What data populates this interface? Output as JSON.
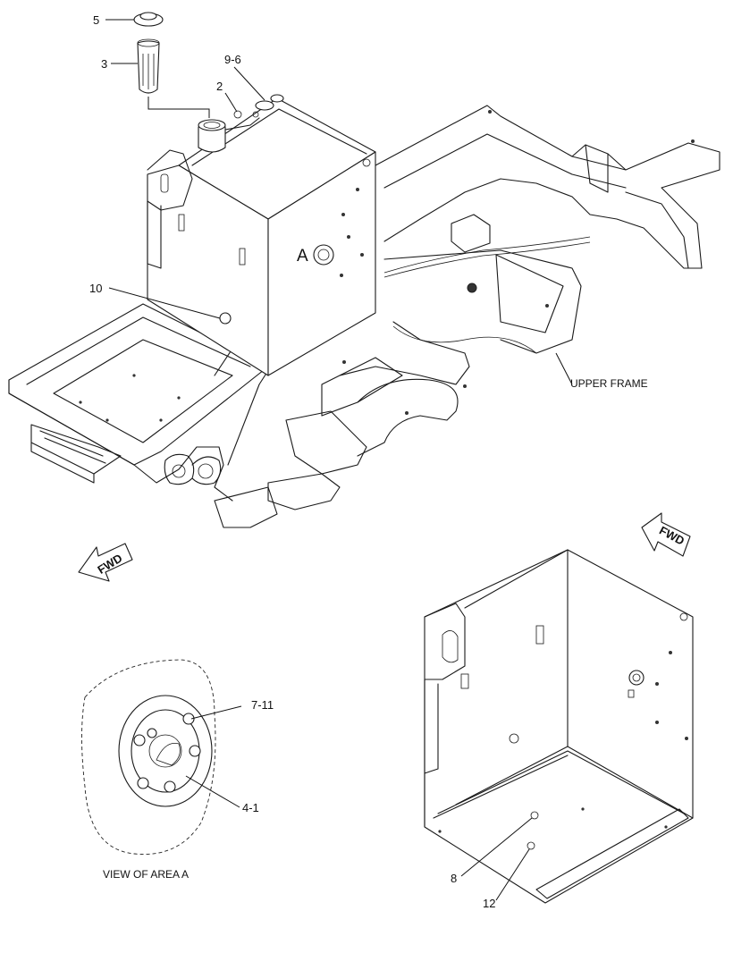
{
  "callouts": {
    "c5": "5",
    "c3": "3",
    "c96": "9-6",
    "c2": "2",
    "c10": "10",
    "cA": "A",
    "c711": "7-11",
    "c41": "4-1",
    "c8": "8",
    "c12": "12"
  },
  "labels": {
    "upper_frame": "UPPER FRAME",
    "view_area": "VIEW OF AREA A",
    "fwd_left": "FWD",
    "fwd_right": "FWD"
  }
}
